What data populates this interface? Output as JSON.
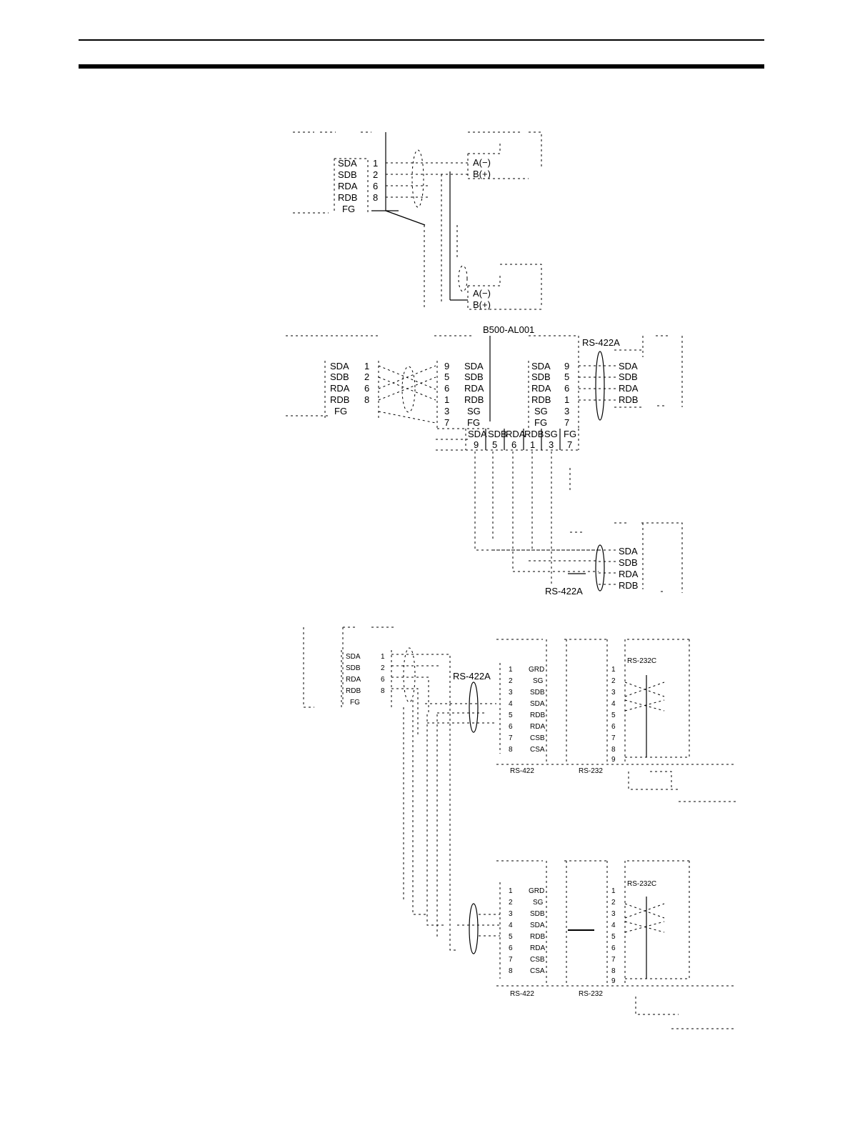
{
  "diagram1": {
    "left_signals": [
      "SDA",
      "SDB",
      "RDA",
      "RDB",
      "FG"
    ],
    "left_pins": [
      "1",
      "2",
      "6",
      "8"
    ],
    "right_top": [
      "A(−)",
      "B(+)"
    ],
    "right_bottom": [
      "A(−)",
      "B(+)"
    ]
  },
  "diagram2": {
    "adapter_title": "B500-AL001",
    "rs422_label": "RS-422A",
    "rs422_label_bottom": "RS-422A",
    "left_signals": [
      "SDA",
      "SDB",
      "RDA",
      "RDB",
      "FG"
    ],
    "left_pins": [
      "1",
      "2",
      "6",
      "8"
    ],
    "adapter_left_pins": [
      "9",
      "5",
      "6",
      "1",
      "3",
      "7"
    ],
    "adapter_left_signals": [
      "SDA",
      "SDB",
      "RDA",
      "RDB",
      "SG",
      "FG"
    ],
    "adapter_right_signals": [
      "SDA",
      "SDB",
      "RDA",
      "RDB",
      "SG",
      "FG"
    ],
    "adapter_right_pins": [
      "9",
      "5",
      "6",
      "1",
      "3",
      "7"
    ],
    "adapter_bottom_signals": [
      "SDA",
      "SDB",
      "RDA",
      "RDB",
      "SG",
      "FG"
    ],
    "adapter_bottom_pins": [
      "9",
      "5",
      "6",
      "1",
      "3",
      "7"
    ],
    "right_signals": [
      "SDA",
      "SDB",
      "RDA",
      "RDB"
    ],
    "bottom_right_signals": [
      "SDA",
      "SDB",
      "RDA",
      "RDB"
    ]
  },
  "diagram3": {
    "left_signals": [
      "SDA",
      "SDB",
      "RDA",
      "RDB",
      "FG"
    ],
    "left_pins": [
      "1",
      "2",
      "6",
      "8"
    ],
    "rs422_label": "RS-422A",
    "conv_pins": [
      "1",
      "2",
      "3",
      "4",
      "5",
      "6",
      "7",
      "8"
    ],
    "conv_signals": [
      "GRD",
      "SG",
      "SDB",
      "SDA",
      "RDB",
      "RDA",
      "CSB",
      "CSA"
    ],
    "conv_right_pins": [
      "1",
      "2",
      "3",
      "4",
      "5",
      "6",
      "7",
      "8",
      "9"
    ],
    "rs232_label_top": "RS-232C",
    "rs232_label_bottom": "RS-232C",
    "conv_footer_left": "RS-422",
    "conv_footer_right": "RS-232"
  }
}
